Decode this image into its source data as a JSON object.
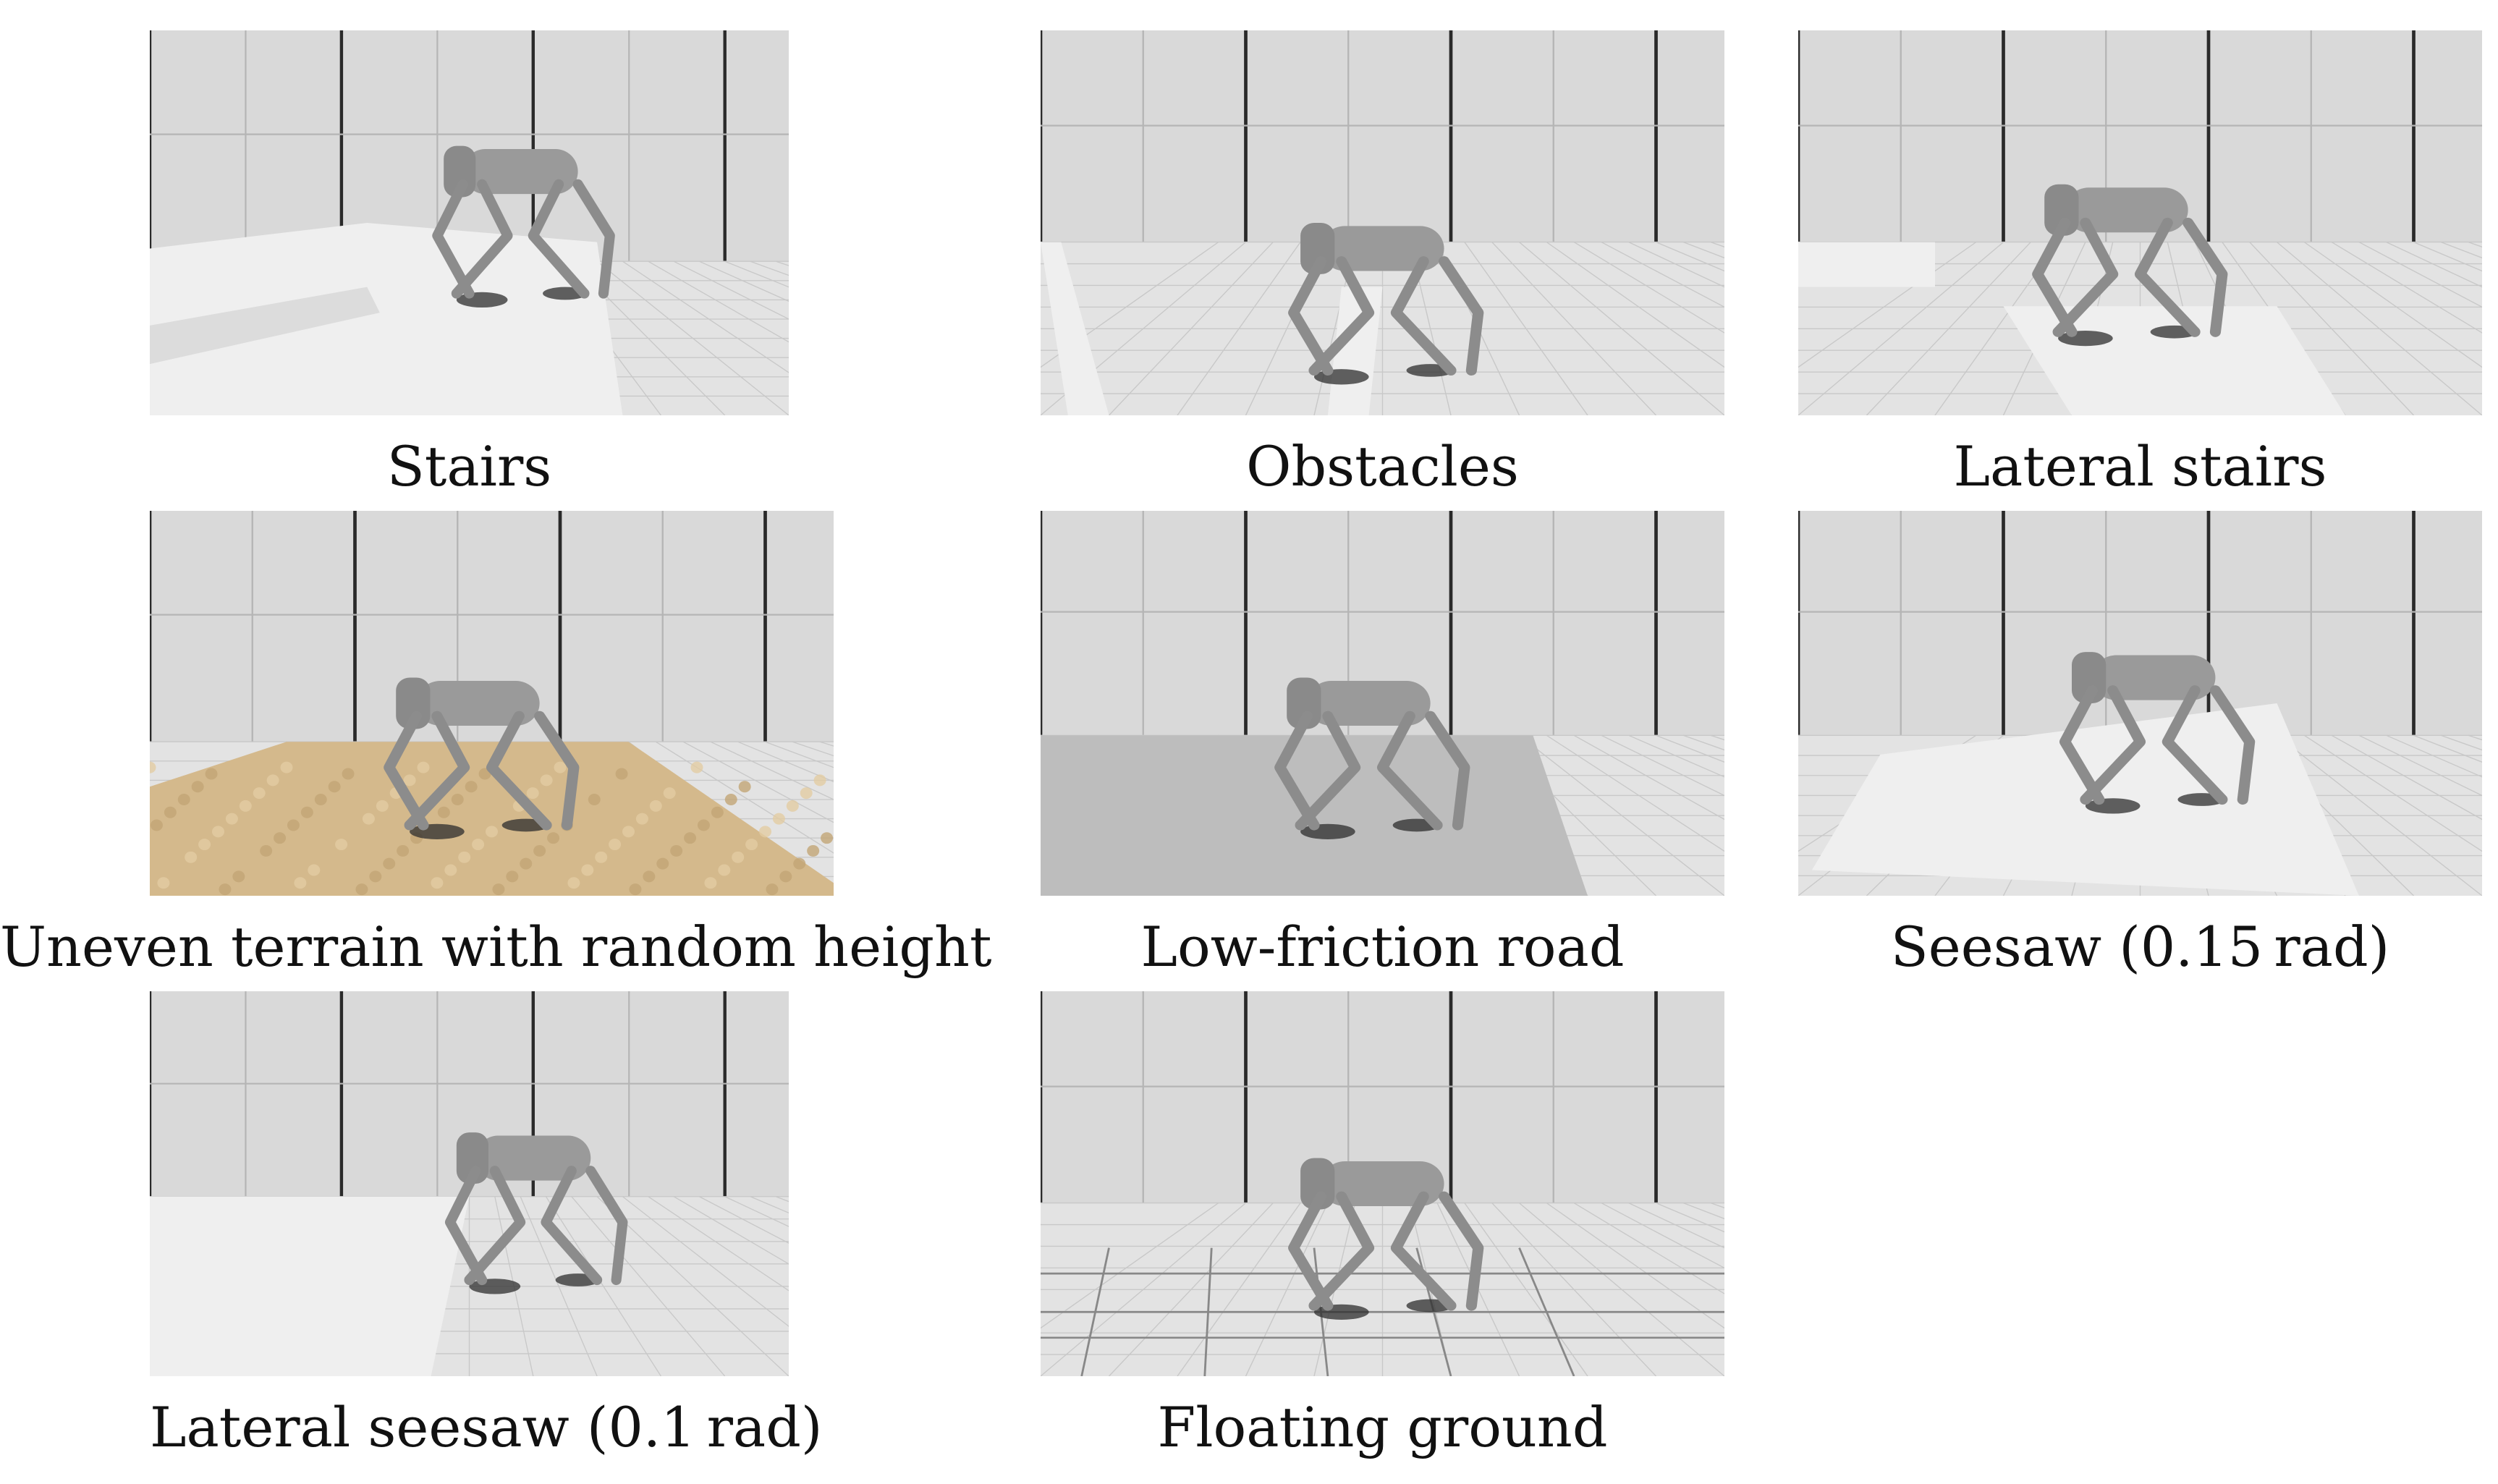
{
  "figure": {
    "panels": [
      {
        "id": "stairs",
        "caption": "Stairs",
        "scene": "stairs"
      },
      {
        "id": "obstacles",
        "caption": "Obstacles",
        "scene": "obstacles"
      },
      {
        "id": "lateral-stairs",
        "caption": "Lateral stairs",
        "scene": "lateral-stairs"
      },
      {
        "id": "uneven-terrain",
        "caption": "Uneven terrain with random height",
        "scene": "sand"
      },
      {
        "id": "low-friction",
        "caption": "Low-friction road",
        "scene": "low-friction"
      },
      {
        "id": "seesaw",
        "caption": "Seesaw (0.15 rad)",
        "scene": "seesaw"
      },
      {
        "id": "lateral-seesaw",
        "caption": "Lateral seesaw (0.1 rad)",
        "scene": "lateral-seesaw"
      },
      {
        "id": "floating-ground",
        "caption": "Floating ground",
        "scene": "floating"
      }
    ]
  },
  "colors": {
    "wall": "#d9d9d9",
    "wall_line": "#2a2a2a",
    "floor": "#e3e3e3",
    "platform": "#efefef",
    "sand": "#d4b98c",
    "friction": "#bdbdbd",
    "robot": "#9a9a9a",
    "shadow": "#2e2e2e"
  }
}
